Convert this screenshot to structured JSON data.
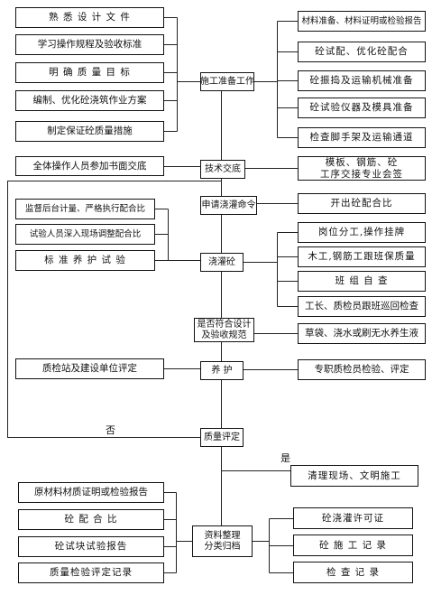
{
  "stage_preparation": {
    "label": "施工准备工作",
    "left": [
      "熟 悉 设 计 文 件",
      "学习操作规程及验收标准",
      "明 确 质 量 目 标",
      "编制、优化砼浇筑作业方案",
      "制定保证砼质量措施"
    ],
    "right": [
      "材料准备、材料证明或检验报告",
      "砼试配、优化砼配合",
      "砼振捣及运输机械准备",
      "砼试验仪器及模具准备",
      "检查脚手架及运输通道"
    ]
  },
  "stage_disclosure": {
    "label": "技术交底",
    "left": "全体操作人员参加书面交底",
    "right": [
      "模板、钢筋、砼",
      "工序交接专业会签"
    ]
  },
  "stage_order": {
    "label": "申请浇灌命令",
    "right": "开出砼配合比"
  },
  "stage_pouring": {
    "label": "浇灌砼",
    "left": [
      "监督后台计量、严格执行配合比",
      "试验人员深入现场调整配合比",
      "标 准 养 护 试 验"
    ],
    "right": [
      "岗位分工,操作挂牌",
      "木工,钢筋工跟班保质量",
      "班 组 自 查",
      "工长、质检员跟班巡回检查"
    ]
  },
  "stage_check": {
    "label": [
      "是否符合设计",
      "及验收规范"
    ],
    "right": "草袋、浇水或刷无水养生液"
  },
  "stage_curing": {
    "label": "养 护",
    "left": "质检站及建设单位评定",
    "right": "专职质检员检验、评定"
  },
  "stage_evaluation": {
    "label": "质量评定",
    "no_label": "否",
    "yes_label": "是",
    "yes_target": "清理现场、文明施工"
  },
  "stage_archive": {
    "label": [
      "资料整理",
      "分类归档"
    ],
    "left": [
      "原材料材质证明或检验报告",
      "砼 配 合 比",
      "砼试块试验报告",
      "质量检验评定记录"
    ],
    "right": [
      "砼浇灌许可证",
      "砼 施 工 记 录",
      "检 查 记 录"
    ]
  }
}
